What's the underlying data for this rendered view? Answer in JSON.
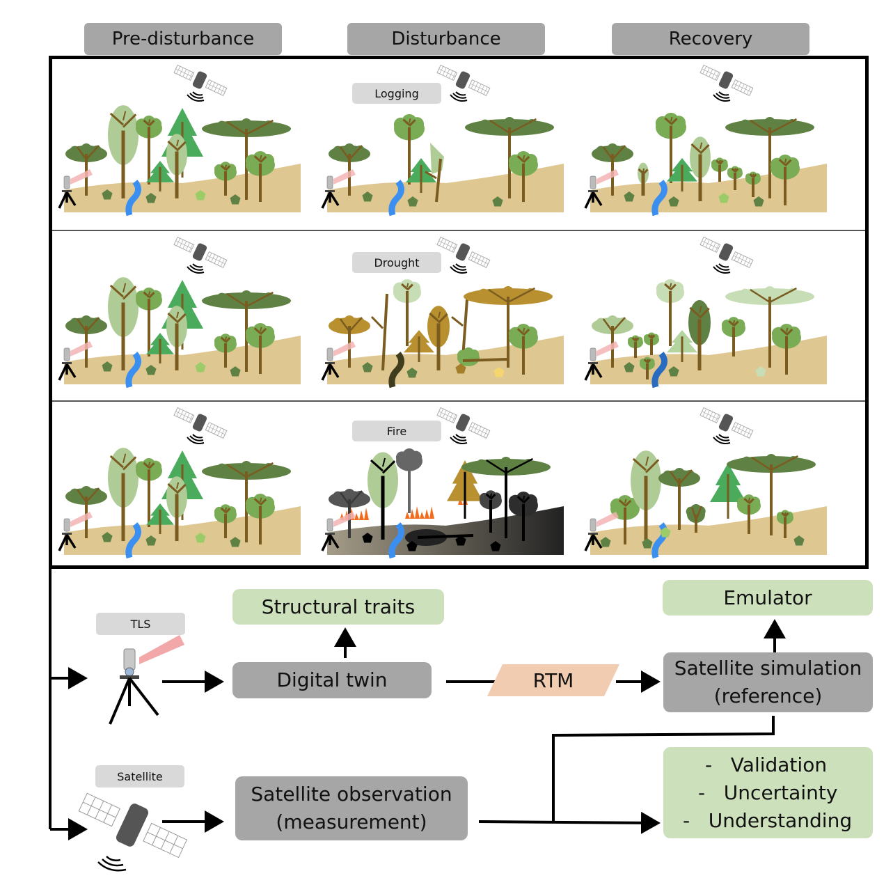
{
  "phases": [
    "Pre-disturbance",
    "Disturbance",
    "Recovery"
  ],
  "disturbances": [
    {
      "label": "Logging",
      "scenes": [
        "healthy",
        "logging",
        "recovery-logging"
      ]
    },
    {
      "label": "Drought",
      "scenes": [
        "healthy",
        "drought",
        "recovery-drought"
      ]
    },
    {
      "label": "Fire",
      "scenes": [
        "healthy",
        "fire",
        "recovery-fire"
      ]
    }
  ],
  "icons": {
    "satellite": "satellite-icon",
    "tls": "tls-scanner-icon",
    "river": "river-icon",
    "understory": "understory-shrub-icon"
  },
  "colors": {
    "tab_gray": "#a6a6a6",
    "label_gray": "#d9d9d9",
    "result_green": "#cde0bc",
    "rtm_peach": "#f2ccb0",
    "soil": "#dfc792",
    "trunk": "#7a5c20",
    "dark_green": "#5f8244",
    "mid_green": "#7aab55",
    "light_green": "#b0cc96",
    "conifer_green": "#4aab5c",
    "river_blue": "#3b8ff0",
    "drought_brown": "#b8902f",
    "burnt": "#3a3a3a",
    "flame": "#f36b1c"
  },
  "workflow": {
    "tls_label": "TLS",
    "satellite_label": "Satellite",
    "digital_twin": "Digital twin",
    "structural_traits": "Structural traits",
    "rtm": "RTM",
    "satellite_simulation": [
      "Satellite simulation",
      "(reference)"
    ],
    "emulator": "Emulator",
    "satellite_observation": [
      "Satellite observation",
      "(measurement)"
    ],
    "outcomes": [
      "-   Validation",
      "-   Uncertainty",
      "-   Understanding"
    ]
  }
}
